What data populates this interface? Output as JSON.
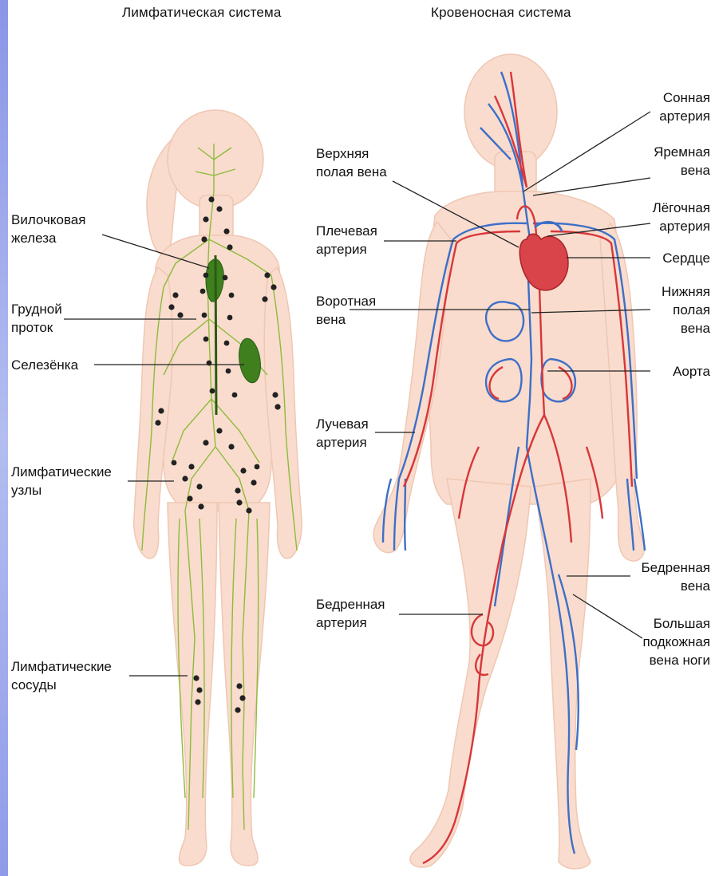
{
  "titles": {
    "lymphatic": "Лимфатическая система",
    "circulatory": "Кровеносная система"
  },
  "lymphatic_labels": {
    "thymus": "Вилочковая\nжелеза",
    "thoracic_duct": "Грудной\nпроток",
    "spleen": "Селезёнка",
    "lymph_nodes": "Лимфатические\nузлы",
    "lymph_vessels": "Лимфатические\nсосуды"
  },
  "circulatory_labels_left": {
    "superior_vena_cava": "Верхняя\nполая вена",
    "brachial_artery": "Плечевая\nартерия",
    "portal_vein": "Воротная\nвена",
    "radial_artery": "Лучевая\nартерия",
    "femoral_artery": "Бедренная\nартерия"
  },
  "circulatory_labels_right": {
    "carotid_artery": "Сонная\nартерия",
    "jugular_vein": "Яремная\nвена",
    "pulmonary_artery": "Лёгочная\nартерия",
    "heart": "Сердце",
    "inferior_vena_cava": "Нижняя\nполая\nвена",
    "aorta": "Аорта",
    "femoral_vein": "Бедренная\nвена",
    "great_saphenous_vein": "Большая\nподкожная\nвена ноги"
  },
  "colors": {
    "skin": "#f9dccd",
    "lymph_vessel": "#8dbb3c",
    "lymph_node": "#222222",
    "lymph_organ": "#3f7f1e",
    "artery": "#d8363a",
    "vein": "#3e6fc8",
    "heart": "#d9434a"
  }
}
